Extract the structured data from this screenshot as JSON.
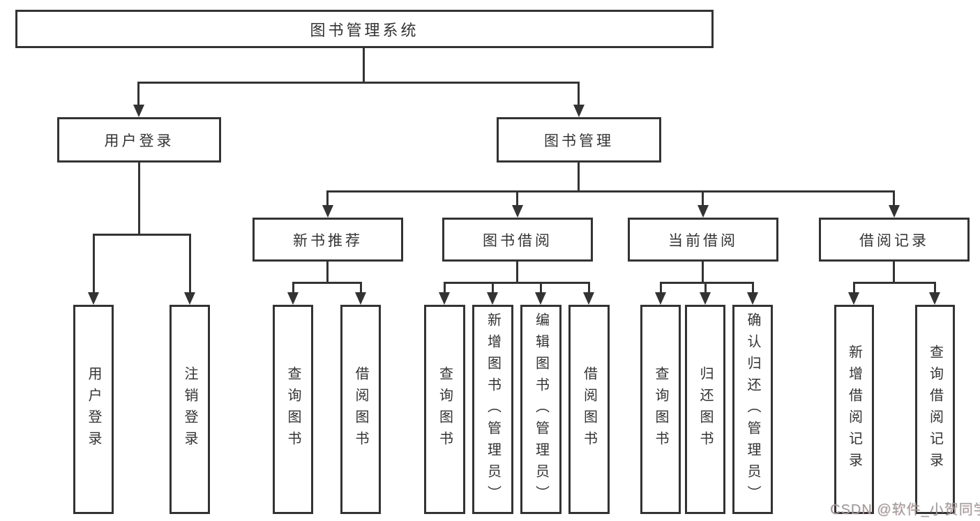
{
  "diagram": {
    "root": {
      "label": "图书管理系统"
    },
    "branches": [
      {
        "label": "用户登录",
        "children": [
          {
            "label": "用户登录"
          },
          {
            "label": "注销登录"
          }
        ]
      },
      {
        "label": "图书管理",
        "children": [
          {
            "label": "新书推荐",
            "children": [
              {
                "label": "查询图书"
              },
              {
                "label": "借阅图书"
              }
            ]
          },
          {
            "label": "图书借阅",
            "children": [
              {
                "label": "查询图书"
              },
              {
                "label": "新增图书（管理员）"
              },
              {
                "label": "编辑图书（管理员）"
              },
              {
                "label": "借阅图书"
              }
            ]
          },
          {
            "label": "当前借阅",
            "children": [
              {
                "label": "查询图书"
              },
              {
                "label": "归还图书"
              },
              {
                "label": "确认归还（管理员）"
              }
            ]
          },
          {
            "label": "借阅记录",
            "children": [
              {
                "label": "新增借阅记录"
              },
              {
                "label": "查询借阅记录"
              }
            ]
          }
        ]
      }
    ]
  },
  "watermark": {
    "text": "CSDN @软件_小贺同学"
  },
  "colors": {
    "line": "#333333",
    "box_border": "#333333",
    "box_fill": "#ffffff",
    "text": "#333333",
    "watermark": "#9b9b9e",
    "background": "#ffffff"
  }
}
